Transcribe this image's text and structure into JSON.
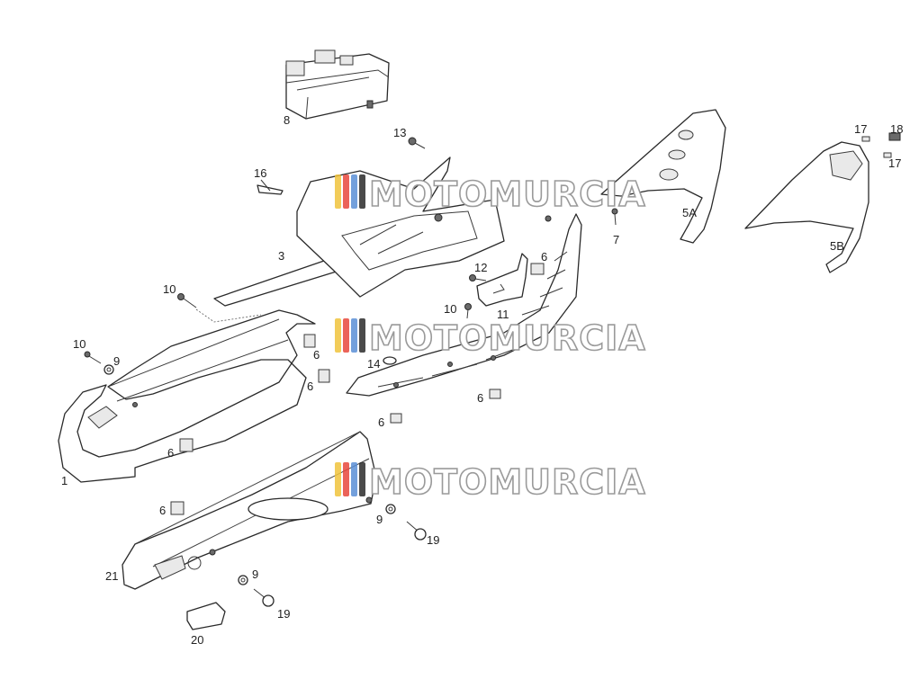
{
  "watermark": {
    "text": "MOTOMURCIA",
    "stripe_colors": [
      "#f0c33c",
      "#e8483c",
      "#5b8fd6",
      "#2a2a2a"
    ]
  },
  "labels": {
    "l8": "8",
    "l13": "13",
    "l16": "16",
    "l3": "3",
    "l12": "12",
    "l6a": "6",
    "l10a": "10",
    "l10b": "10",
    "l11": "11",
    "l7": "7",
    "l5a": "5A",
    "l17a": "17",
    "l18": "18",
    "l17b": "17",
    "l5b": "5B",
    "l10c": "10",
    "l9a": "9",
    "l6b": "6",
    "l6c": "6",
    "l14": "14",
    "l6d": "6",
    "l6e": "6",
    "l6f": "6",
    "l1": "1",
    "l6g": "6",
    "l9b": "9",
    "l19a": "19",
    "l21": "21",
    "l9c": "9",
    "l19b": "19",
    "l20": "20"
  }
}
